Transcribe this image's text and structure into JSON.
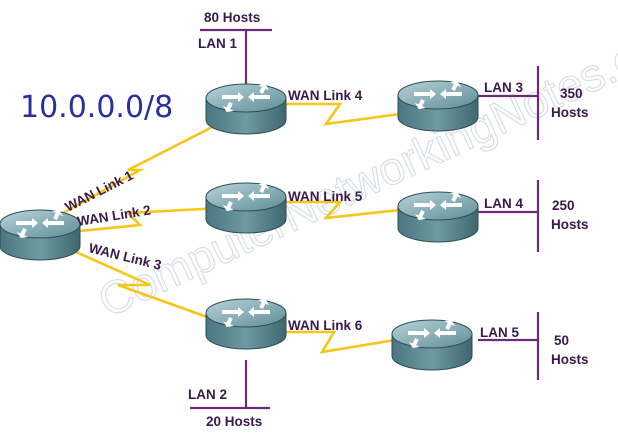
{
  "network": "10.0.0.0/8",
  "watermark": "ComputerNetworkingNotes.com",
  "wan_links": [
    "WAN Link 1",
    "WAN Link 2",
    "WAN Link 3",
    "WAN Link 4",
    "WAN Link 5",
    "WAN Link 6"
  ],
  "lans": [
    {
      "name": "LAN 1",
      "hosts": "80 Hosts"
    },
    {
      "name": "LAN 2",
      "hosts": "20 Hosts"
    },
    {
      "name": "LAN 3",
      "hosts_num": "350",
      "hosts_word": "Hosts"
    },
    {
      "name": "LAN 4",
      "hosts_num": "250",
      "hosts_word": "Hosts"
    },
    {
      "name": "LAN 5",
      "hosts_num": "50",
      "hosts_word": "Hosts"
    }
  ],
  "routers": [
    "core-router",
    "router-lan1",
    "router-middle",
    "router-lan2",
    "router-lan3",
    "router-lan4",
    "router-lan5"
  ],
  "colors": {
    "router_body": "#5f8a93",
    "router_top": "#8fb3bb",
    "wan_link": "#f5c518",
    "lan_segment": "#6a2c79",
    "network_label": "#2a2fa0",
    "text": "#3a1a4a"
  }
}
